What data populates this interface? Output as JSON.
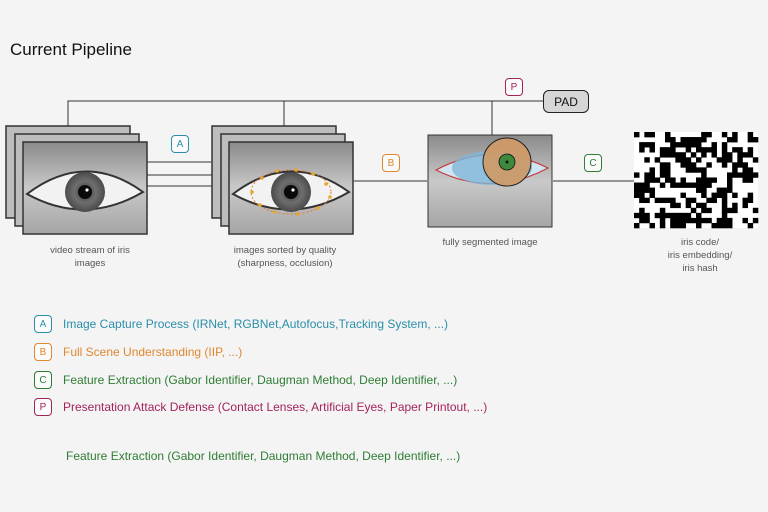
{
  "title": "Current Pipeline",
  "pad_label": "PAD",
  "labels": {
    "a": "A",
    "b": "B",
    "c": "C",
    "p": "P"
  },
  "captions": {
    "video": [
      "video stream of iris",
      "images"
    ],
    "sorted": [
      "images sorted by quality",
      "(sharpness, occlusion)"
    ],
    "segmented": [
      "fully segmented image"
    ],
    "code": [
      "iris code/",
      "iris embedding/",
      "iris hash"
    ]
  },
  "legend": [
    {
      "badge": "A",
      "text": "Image Capture Process (IRNet, RGBNet,Autofocus,Tracking System, ...)",
      "color": "#2a8fa8"
    },
    {
      "badge": "B",
      "text": "Full Scene Understanding (IIP, ...)",
      "color": "#e0872f"
    },
    {
      "badge": "C",
      "text": "Feature Extraction (Gabor Identifier, Daugman Method, Deep Identifier, ...)",
      "color": "#2e7d32"
    },
    {
      "badge": "P",
      "text": "Presentation Attack Defense (Contact Lenses, Artificial Eyes, Paper Printout, ...)",
      "color": "#a3245a"
    }
  ],
  "footer": "Feature Extraction (Gabor Identifier, Daugman Method, Deep Identifier, ...)",
  "colors": {
    "a": "#2a8fa8",
    "b": "#e0872f",
    "c": "#2e7d32",
    "p": "#a3245a",
    "footer": "#2e7d32"
  },
  "icons": [
    "eye-photo",
    "qr-like-iris-code"
  ]
}
